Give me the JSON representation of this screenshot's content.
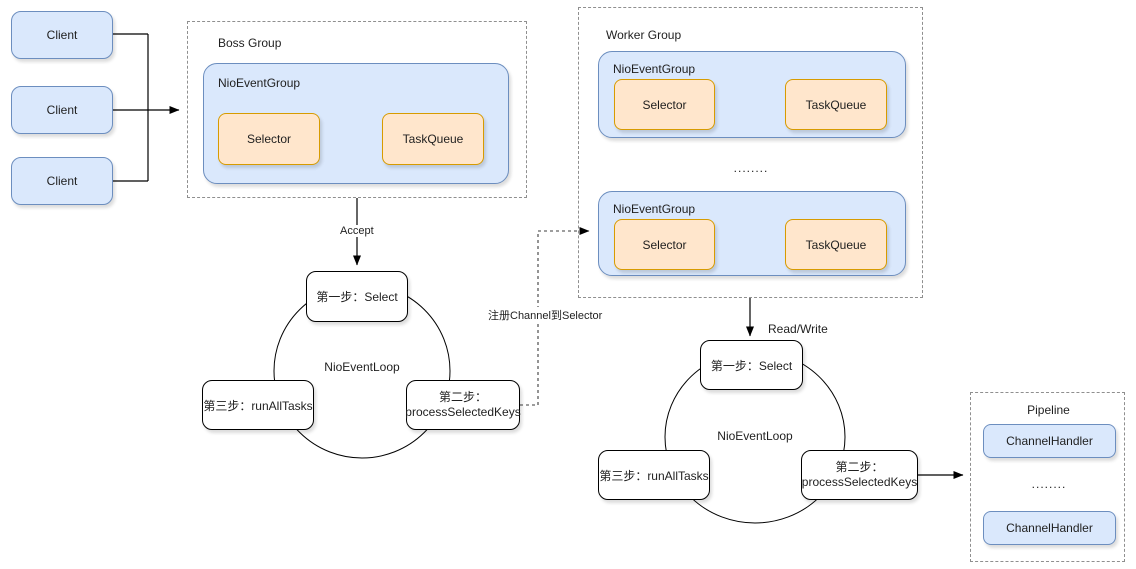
{
  "colors": {
    "node_blue_fill": "#dae8fc",
    "node_blue_stroke": "#6c8ebf",
    "node_orange_fill": "#ffe6cc",
    "node_orange_stroke": "#d79b00",
    "group_dashed_border": "#8f8f8f",
    "edge_color": "#000000",
    "background": "#ffffff"
  },
  "clients": [
    {
      "label": "Client"
    },
    {
      "label": "Client"
    },
    {
      "label": "Client"
    }
  ],
  "boss_group": {
    "title": "Boss Group",
    "nio_event_group": {
      "title": "NioEventGroup",
      "selector": "Selector",
      "task_queue": "TaskQueue"
    }
  },
  "worker_group": {
    "title": "Worker Group",
    "ellipsis": "........",
    "groups": [
      {
        "title": "NioEventGroup",
        "selector": "Selector",
        "task_queue": "TaskQueue"
      },
      {
        "title": "NioEventGroup",
        "selector": "Selector",
        "task_queue": "TaskQueue"
      }
    ]
  },
  "loops": [
    {
      "name": "NioEventLoop",
      "step1": "第一步：Select",
      "step2_line1": "第二步：",
      "step2_line2": "processSelectedKeys",
      "step3": "第三步：runAllTasks"
    },
    {
      "name": "NioEventLoop",
      "step1": "第一步：Select",
      "step2_line1": "第二步：",
      "step2_line2": "processSelectedKeys",
      "step3": "第三步：runAllTasks"
    }
  ],
  "pipeline": {
    "title": "Pipeline",
    "ellipsis": "........",
    "handlers": [
      "ChannelHandler",
      "ChannelHandler"
    ]
  },
  "edge_labels": {
    "accept": "Accept",
    "register": "注册Channel到Selector",
    "read_write": "Read/Write"
  }
}
